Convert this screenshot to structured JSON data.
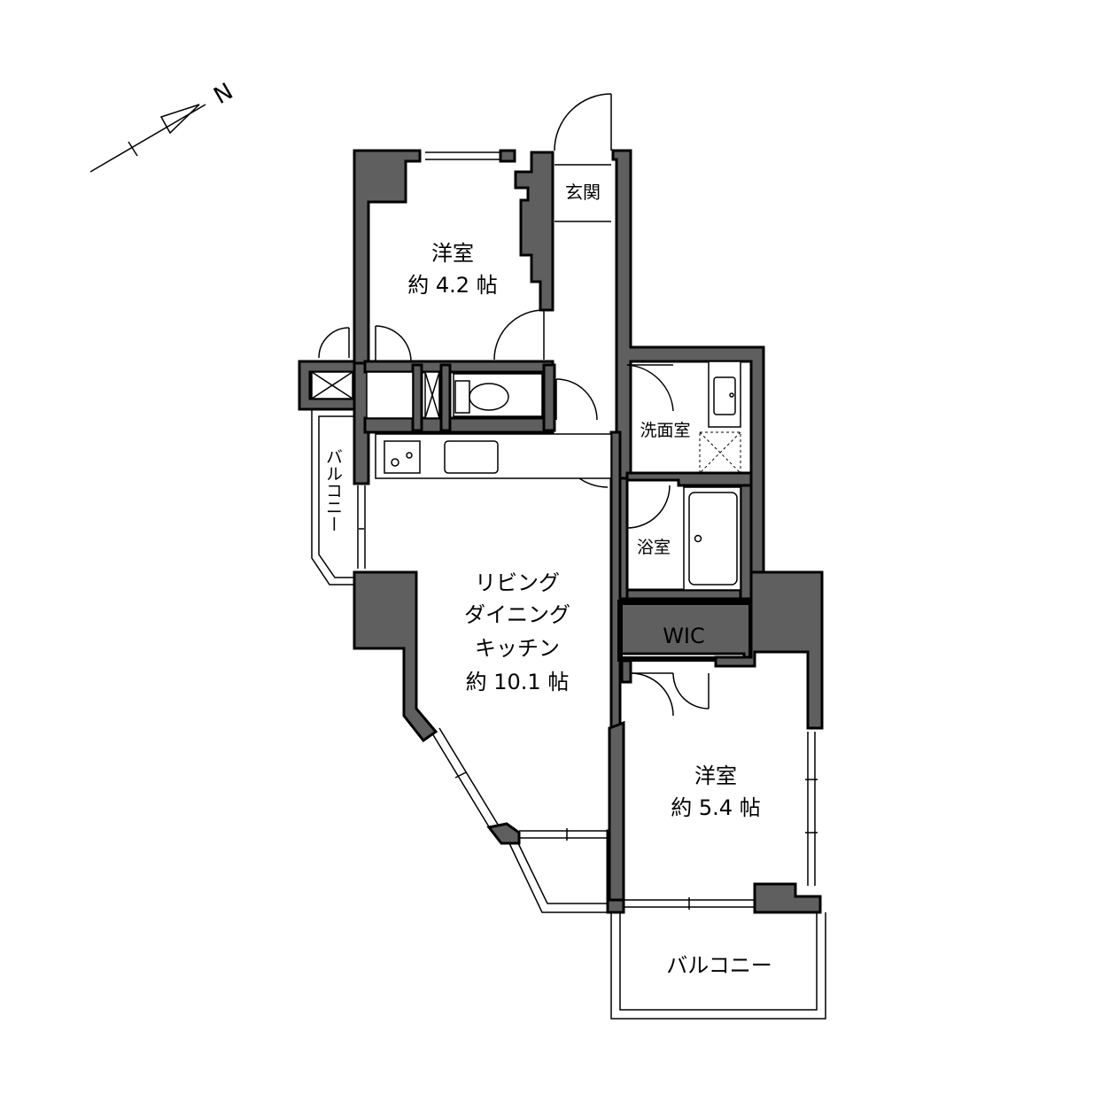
{
  "compass": {
    "label": "N"
  },
  "rooms": {
    "western_room_north": {
      "name": "洋室",
      "area": "約 4.2 帖"
    },
    "entrance": {
      "name": "玄関"
    },
    "washroom": {
      "name": "洗面室"
    },
    "bathroom": {
      "name": "浴室"
    },
    "ldk": {
      "line1": "リビング",
      "line2": "ダイニング",
      "line3": "キッチン",
      "area": "約 10.1 帖"
    },
    "wic": {
      "name": "WIC"
    },
    "western_room_south": {
      "name": "洋室",
      "area": "約 5.4 帖"
    },
    "balcony_west": {
      "name": "バルコニー"
    },
    "balcony_south": {
      "name": "バルコニー"
    }
  }
}
